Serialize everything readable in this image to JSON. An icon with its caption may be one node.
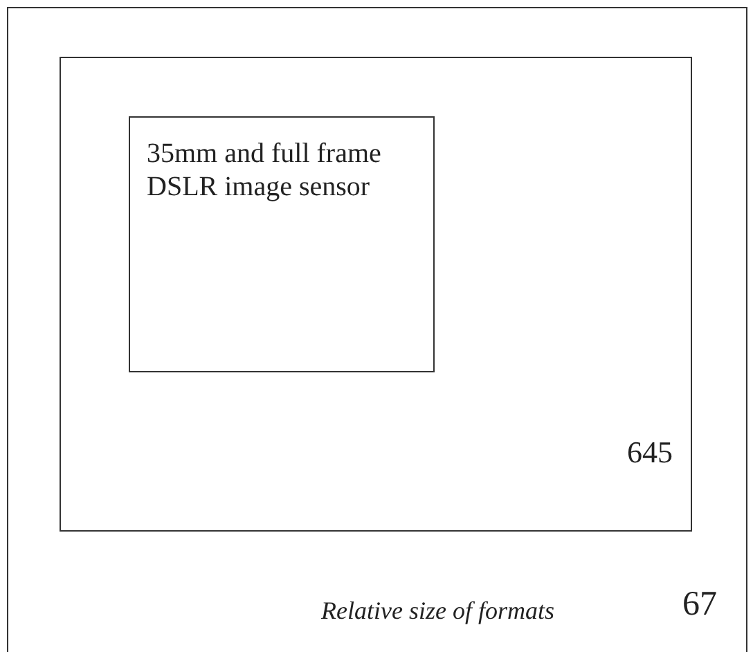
{
  "diagram": {
    "caption": "Relative size of formats",
    "nodes": [
      {
        "text": [
          "67"
        ]
      },
      {
        "text": [
          "645"
        ],
        "in": 0
      },
      {
        "text": [
          "35mm and full frame DSLR image sensor"
        ],
        "in": 1
      }
    ]
  }
}
